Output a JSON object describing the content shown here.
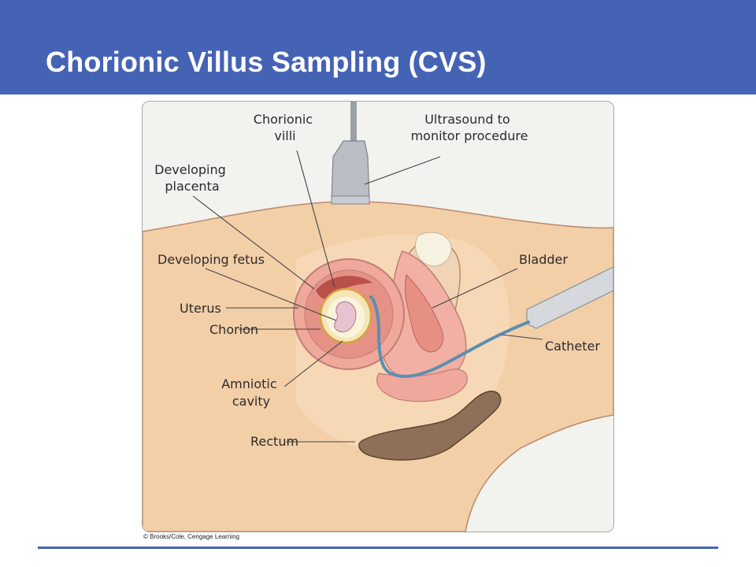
{
  "slide": {
    "title": "Chorionic Villus Sampling (CVS)",
    "credit": "© Brooks/Cole, Cengage Learning"
  },
  "diagram": {
    "labels": {
      "chorionic_villi": [
        "Chorionic",
        "villi"
      ],
      "ultrasound": [
        "Ultrasound to",
        "monitor procedure"
      ],
      "developing_placenta": [
        "Developing",
        "placenta"
      ],
      "developing_fetus": "Developing fetus",
      "bladder": "Bladder",
      "uterus": "Uterus",
      "chorion": "Chorion",
      "catheter": "Catheter",
      "amniotic_cavity": [
        "Amniotic",
        "cavity"
      ],
      "rectum": "Rectum"
    }
  },
  "colors": {
    "header": "#4563b5",
    "skin": "#f3cfa8",
    "uterus": "#f0a79c",
    "catheter": "#5c8fb0",
    "rectum": "#8e7058"
  }
}
